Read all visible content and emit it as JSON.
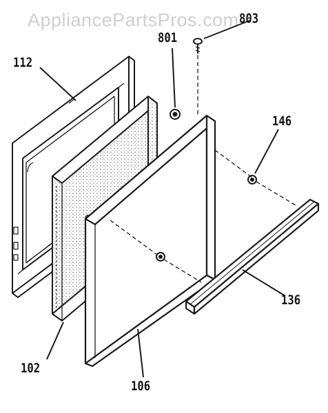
{
  "watermark": "AppliancePartsPros.com",
  "colors": {
    "line": "#1a1a1a",
    "stipple": "#555555",
    "watermark": "#cfcfcf",
    "background": "#ffffff"
  },
  "parts": {
    "112": "112",
    "102": "102",
    "106": "106",
    "136": "136",
    "146": "146",
    "801": "801",
    "803": "803"
  }
}
